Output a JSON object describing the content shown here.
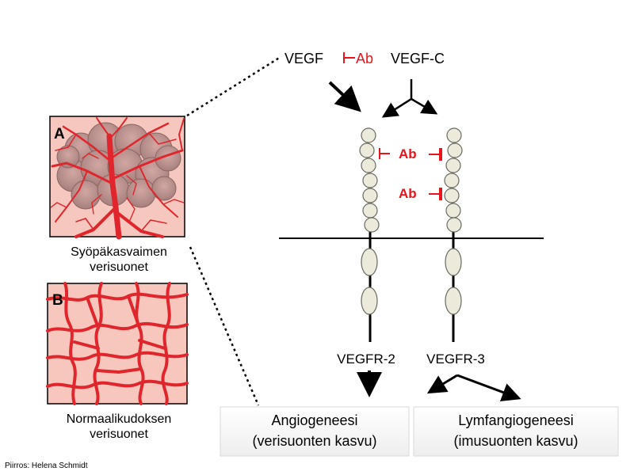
{
  "ligands": {
    "vegf": "VEGF",
    "inhibitor": "Ab",
    "vegf_c": "VEGF-C"
  },
  "antibodies": {
    "ab1": "Ab",
    "ab2": "Ab"
  },
  "panel_a": {
    "letter": "A",
    "caption_line1": "Syöpäkasvaimen",
    "caption_line2": "verisuonet"
  },
  "panel_b": {
    "letter": "B",
    "caption_line1": "Normaalikudoksen",
    "caption_line2": "verisuonet"
  },
  "receptors": {
    "vegfr2": "VEGFR-2",
    "vegfr3": "VEGFR-3"
  },
  "outcomes": {
    "angio_line1": "Angiogeneesi",
    "angio_line2": "(verisuonten kasvu)",
    "lymph_line1": "Lymfangiogeneesi",
    "lymph_line2": "(imusuonten kasvu)"
  },
  "credit": "Piirros: Helena Schmidt",
  "colors": {
    "inhibitor_red": "#e8131b",
    "vessel_red": "#e0262c",
    "tissue_pink": "#f7c6bd",
    "domain_fill": "#eceadb"
  }
}
